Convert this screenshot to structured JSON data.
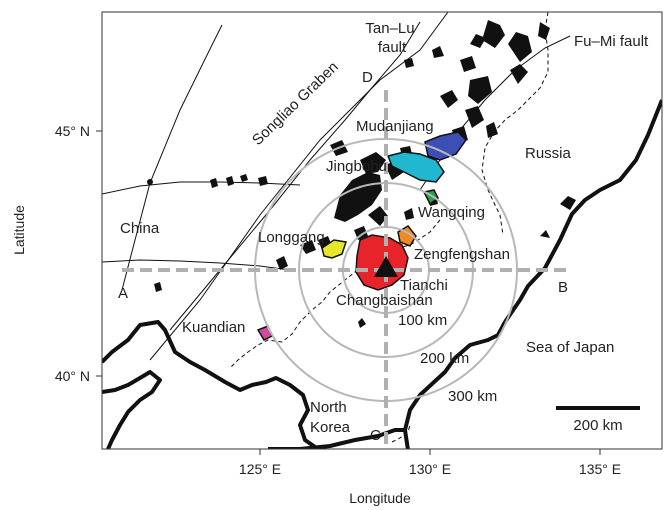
{
  "map": {
    "axes": {
      "x_title": "Longitude",
      "y_title": "Latitude",
      "x_ticks": [
        "125° E",
        "130° E",
        "135° E"
      ],
      "y_ticks": [
        "45° N",
        "40° N"
      ]
    },
    "labels": {
      "tanlu_1": "Tan–Lu",
      "tanlu_2": "fault",
      "fumi": "Fu–Mi fault",
      "songliao": "Songliao Graben",
      "mudanjiang": "Mudanjiang",
      "jingbohu": "Jingbohu",
      "russia": "Russia",
      "china": "China",
      "wangqing": "Wangqing",
      "longgang": "Longgang",
      "zengfengshan": "Zengfengshan",
      "tianchi": "Tianchi",
      "changbaishan": "Changbaishan",
      "kuandian": "Kuandian",
      "sea": "Sea of Japan",
      "north_korea_1": "North",
      "north_korea_2": "Korea",
      "r100": "100 km",
      "r200": "200 km",
      "r300": "300 km",
      "scale": "200 km",
      "A": "A",
      "B": "B",
      "C": "C",
      "D": "D"
    },
    "colors": {
      "changbaishan": "#e8242b",
      "mudanjiang": "#3d4fb5",
      "jingbohu": "#20b7cf",
      "wangqing": "#27a046",
      "longgang": "#e6e62a",
      "zengfengshan": "#f08a24",
      "kuandian": "#d04aa0",
      "volcanic": "#111111",
      "rings": "#b8b8b8",
      "profile": "#b0b0b0"
    }
  }
}
